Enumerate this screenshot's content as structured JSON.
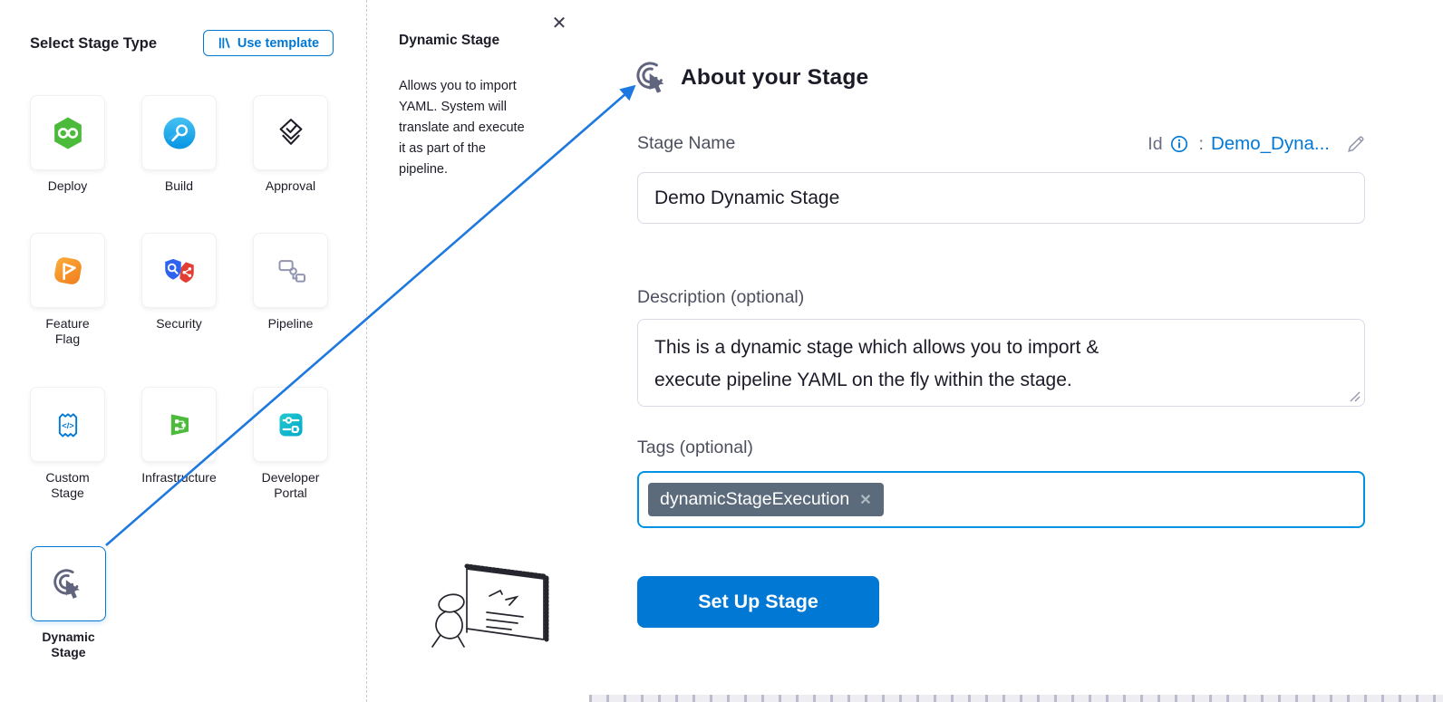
{
  "left_panel": {
    "title": "Select Stage Type",
    "use_template_label": "Use template",
    "stages": [
      {
        "label": "Deploy"
      },
      {
        "label": "Build"
      },
      {
        "label": "Approval"
      },
      {
        "label": "Feature\nFlag"
      },
      {
        "label": "Security"
      },
      {
        "label": "Pipeline"
      },
      {
        "label": "Custom\nStage"
      },
      {
        "label": "Infrastructure"
      },
      {
        "label": "Developer\nPortal"
      },
      {
        "label": "Dynamic\nStage",
        "selected": true
      }
    ]
  },
  "help_panel": {
    "title": "Dynamic Stage",
    "description": "Allows you to import\nYAML. System will\ntranslate and execute\nit as part of the\npipeline.",
    "close_glyph": "✕"
  },
  "form": {
    "heading": "About your Stage",
    "stage_name_label": "Stage Name",
    "id_label": "Id",
    "id_colon": ":",
    "id_value": "Demo_Dyna...",
    "stage_name_value": "Demo Dynamic Stage",
    "description_label": "Description (optional)",
    "description_value": "This is a dynamic stage which allows you to import &\nexecute pipeline YAML on the fly within the stage.",
    "tags_label": "Tags (optional)",
    "tags": [
      {
        "label": "dynamicStageExecution",
        "remove_glyph": "✕"
      }
    ],
    "submit_label": "Set Up Stage"
  },
  "colors": {
    "primary_blue": "#0278d5",
    "focus_blue": "#0092e4",
    "arrow_blue": "#1d78e0",
    "tag_chip_bg": "#5c6b7c",
    "deploy_green": "#4cbb3c",
    "build_blue": "#0aa0e8",
    "feature_flag_orange": "#f5821f",
    "security_red": "#e23e33",
    "developer_portal_teal": "#0ac0b4"
  }
}
